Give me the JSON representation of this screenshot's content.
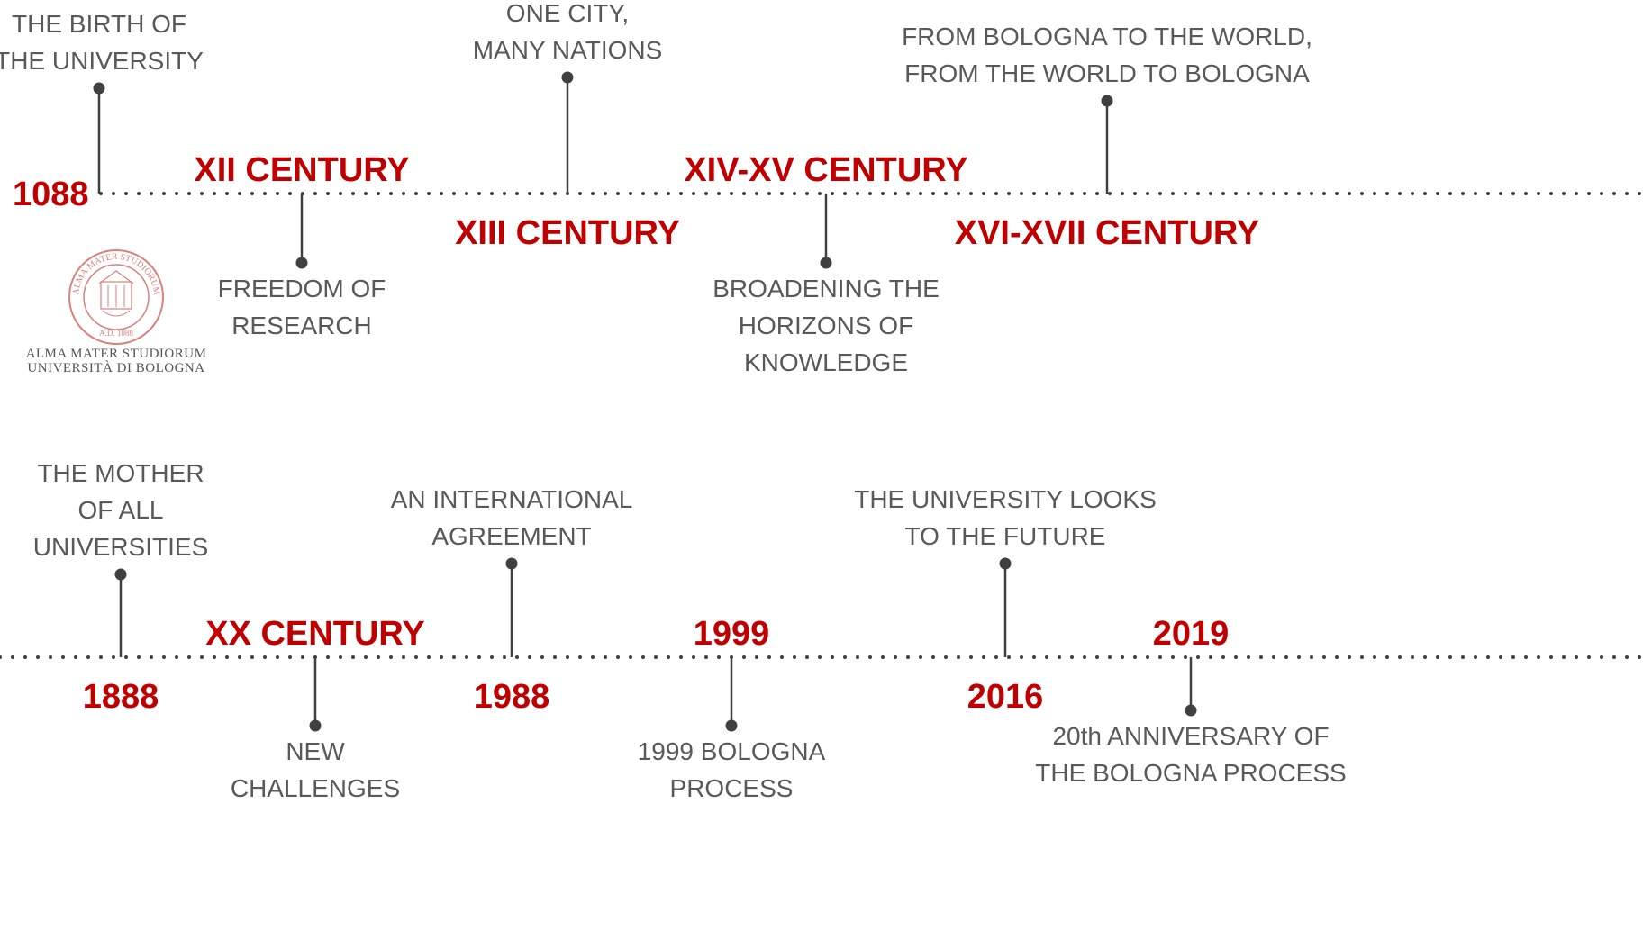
{
  "colors": {
    "accent": "#c00000",
    "text": "#595959",
    "line": "#404040",
    "logo": "#d9827c"
  },
  "logo": {
    "icon": "university-seal-icon",
    "line1": "ALMA MATER STUDIORUM",
    "line2": "UNIVERSITÀ DI BOLOGNA",
    "seal_ring_text": "ALMA MATER STUDIORUM",
    "seal_date": "A.D. 1088"
  },
  "rows": [
    {
      "events": [
        {
          "year": "1088",
          "label": [
            "THE BIRTH OF",
            "THE UNIVERSITY"
          ],
          "side": "above"
        },
        {
          "year": "XII CENTURY",
          "label": [
            "FREEDOM OF",
            "RESEARCH"
          ],
          "side": "below"
        },
        {
          "year": "XIII CENTURY",
          "label": [
            "ONE CITY,",
            "MANY NATIONS"
          ],
          "side": "above"
        },
        {
          "year": "XIV-XV CENTURY",
          "label": [
            "BROADENING THE",
            "HORIZONS OF",
            "KNOWLEDGE"
          ],
          "side": "below"
        },
        {
          "year": "XVI-XVII CENTURY",
          "label": [
            "FROM BOLOGNA TO THE WORLD,",
            "FROM THE WORLD TO BOLOGNA"
          ],
          "side": "above"
        }
      ]
    },
    {
      "events": [
        {
          "year": "1888",
          "label": [
            "THE MOTHER",
            "OF ALL",
            "UNIVERSITIES"
          ],
          "side": "above"
        },
        {
          "year": "XX CENTURY",
          "label": [
            "NEW",
            "CHALLENGES"
          ],
          "side": "below"
        },
        {
          "year": "1988",
          "label": [
            "AN INTERNATIONAL",
            "AGREEMENT"
          ],
          "side": "above"
        },
        {
          "year": "1999",
          "label": [
            "1999 BOLOGNA",
            "PROCESS"
          ],
          "side": "below"
        },
        {
          "year": "2016",
          "label": [
            "THE UNIVERSITY LOOKS",
            "TO THE FUTURE"
          ],
          "side": "above"
        },
        {
          "year": "2019",
          "label": [
            "20th ANNIVERSARY OF",
            "THE BOLOGNA PROCESS"
          ],
          "side": "below"
        }
      ]
    }
  ]
}
